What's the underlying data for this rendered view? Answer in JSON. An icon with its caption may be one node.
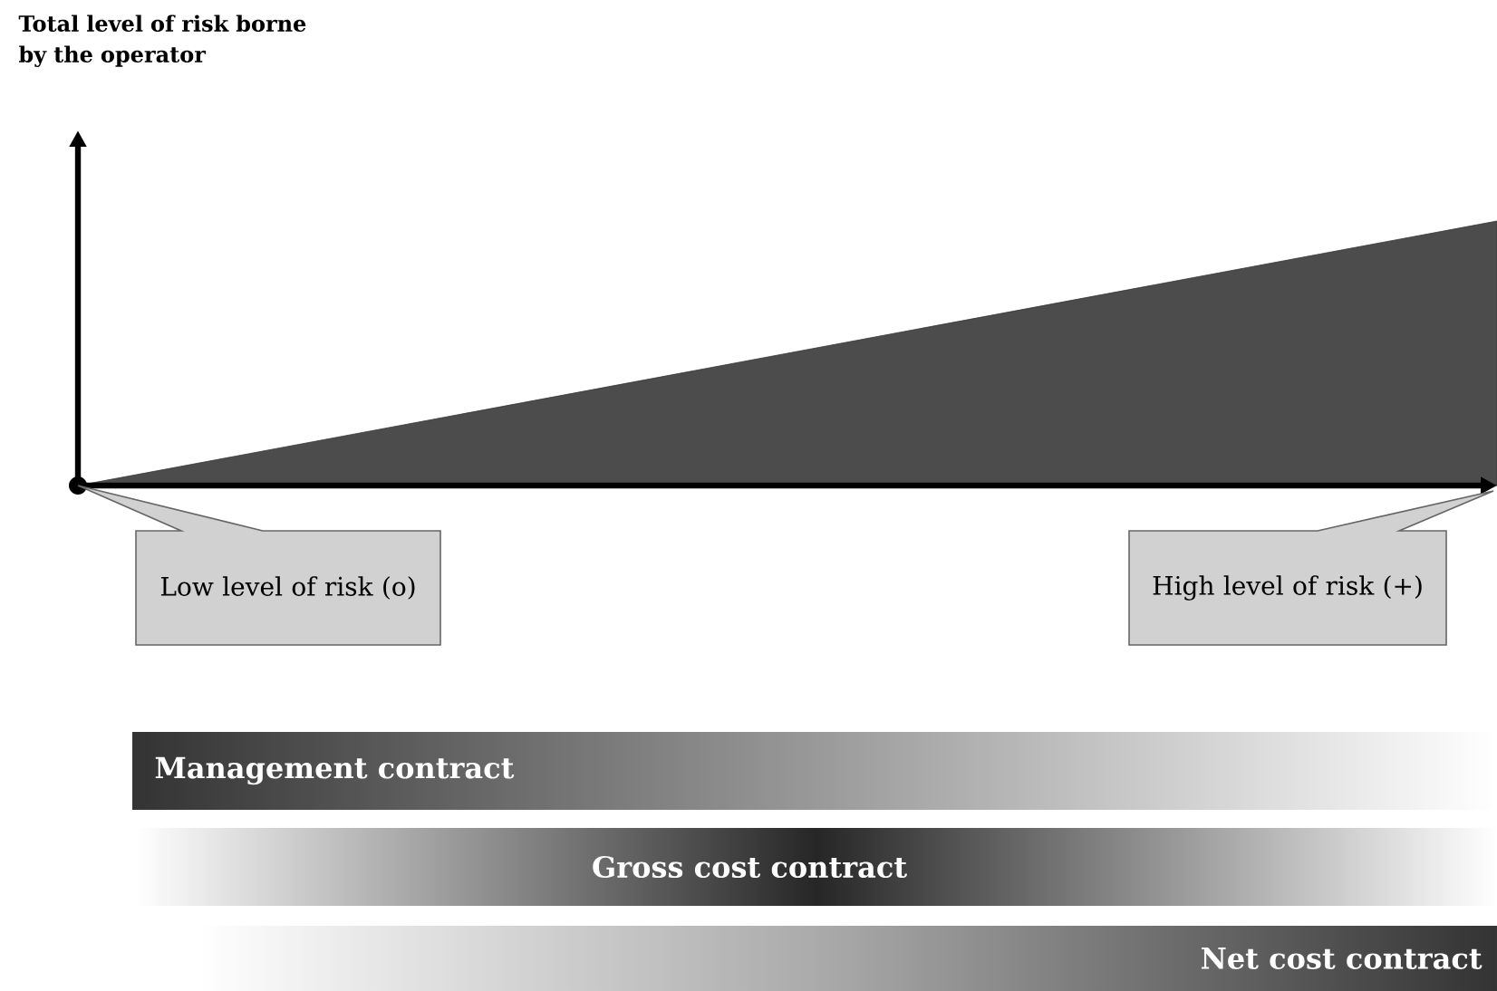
{
  "diagram": {
    "nodes": [
      {
        "text": [
          "Low level of risk (o)"
        ]
      },
      {
        "text": [
          "High level of risk (+)"
        ]
      },
      {
        "text": [
          "Management contract"
        ]
      },
      {
        "text": [
          "Gross cost contract"
        ]
      },
      {
        "text": [
          "Net cost contract"
        ]
      }
    ],
    "labels": [
      "Total level of risk borne by the operator"
    ]
  }
}
